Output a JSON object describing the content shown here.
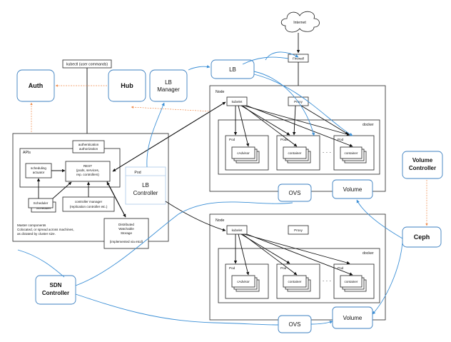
{
  "internet": "Internet",
  "firewall": "Firewall",
  "kubectl": "kubectl (user commands)",
  "auth": "Auth",
  "hub": "Hub",
  "lb_manager": [
    "LB",
    "Manager"
  ],
  "lb": "LB",
  "node1": {
    "title": "Node",
    "kubelet": "kubelet",
    "proxy": "Proxy",
    "docker": "docker",
    "pod1": {
      "label": "Pod",
      "inner": "cAdvisor"
    },
    "pod2": {
      "label": "Pods",
      "inner": "container"
    },
    "pod3": {
      "label": "Pod",
      "inner": "container"
    },
    "dots": "· · ·"
  },
  "node2": {
    "title": "Node",
    "kubelet": "kubelet",
    "proxy": "Proxy",
    "docker": "docker",
    "pod1": {
      "label": "Pod",
      "inner": "cAdvisor"
    },
    "pod2": {
      "label": "Pod",
      "inner": "container"
    },
    "pod3": {
      "label": "Pod",
      "inner": "container"
    },
    "dots": "· · ·"
  },
  "master": {
    "apis": "APIs",
    "authz": [
      "authentication",
      "authorization"
    ],
    "rest": [
      "REST",
      "(pods, services,",
      "rep. controllers)"
    ],
    "scheduling": [
      "scheduling",
      "actuator"
    ],
    "scheduler_front": "Scheduler",
    "scheduler_back": "Scheduler",
    "controller_manager": [
      "controller manager",
      "(replication controller etc.)"
    ],
    "notes": [
      "Master components",
      "Colocated, or spread across machines,",
      "as dictated by cluster size."
    ],
    "storage": [
      "Distributed",
      "Watchable",
      "Storage",
      "",
      "(implemented via etcd)"
    ]
  },
  "pod_lb": {
    "title": "Pod",
    "label": [
      "LB",
      "Controller"
    ]
  },
  "ovs_top": "OVS",
  "volume_top": "Volume",
  "volume_controller": [
    "Volume",
    "Controller"
  ],
  "ceph": "Ceph",
  "sdn": [
    "SDN",
    "Controller"
  ],
  "ovs_bottom": "OVS",
  "volume_bottom": "Volume"
}
